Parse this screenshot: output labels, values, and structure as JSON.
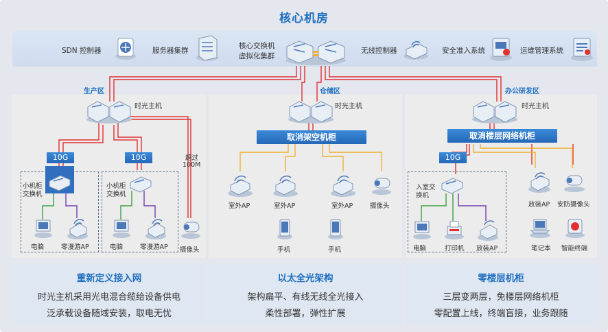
{
  "title": "核心机房",
  "core": {
    "sdn": "SDN 控制器",
    "servers": "服务器集群",
    "core_switch_line1": "核心交换机",
    "core_switch_line2": "虚拟化集群",
    "wlc": "无线控制器",
    "nac": "安全准入系统",
    "ops": "运维管理系统"
  },
  "zones": {
    "production": {
      "label": "生产区",
      "host": "时光主机",
      "ten_g_1": "10G",
      "ten_g_2": "10G",
      "over_line1": "超过",
      "over_line2": "100M",
      "small_switch_1_line1": "小机柜",
      "small_switch_1_line2": "交换机",
      "small_switch_2_line1": "小机柜",
      "small_switch_2_line2": "交换机",
      "pc_1": "电脑",
      "ap_1": "零漫游AP",
      "pc_2": "电脑",
      "ap_2": "零漫游AP",
      "camera": "摄像头"
    },
    "warehouse": {
      "label": "仓储区",
      "host": "时光主机",
      "cabinet": "取消架空机柜",
      "ap_1": "室外AP",
      "ap_2": "室外AP",
      "ap_3": "室外AP",
      "camera": "摄像头",
      "phone_1": "手机",
      "phone_2": "手机"
    },
    "office": {
      "label": "办公研发区",
      "host": "时光主机",
      "cabinet": "取消楼层网络机柜",
      "ten_g": "10G",
      "room_switch_line1": "入室交",
      "room_switch_line2": "换机",
      "pc": "电脑",
      "printer": "打印机",
      "ap_inner": "放装AP",
      "ap_outer": "放装AP",
      "security_camera": "安防摄像头",
      "laptop": "笔记本",
      "smart_terminal": "智能终端"
    }
  },
  "features": [
    {
      "title": "重新定义接入网",
      "line1": "时光主机采用光电混合缆给设备供电",
      "line2": "泛承载设备随域安装，取电无忧"
    },
    {
      "title": "以太全光架构",
      "line1": "架构扁平、有线无线全光接入",
      "line2": "柔性部署，弹性扩展"
    },
    {
      "title": "零楼层机柜",
      "line1": "三层变两层，免楼层网络机柜",
      "line2": "零配置上线，终端盲接，业务跟随"
    }
  ],
  "colors": {
    "accent": "#1f6fc0",
    "fiber": "#e03030",
    "uplink": "#f0b030",
    "copper_green": "#3aa040",
    "copper_purple": "#7040b0"
  }
}
